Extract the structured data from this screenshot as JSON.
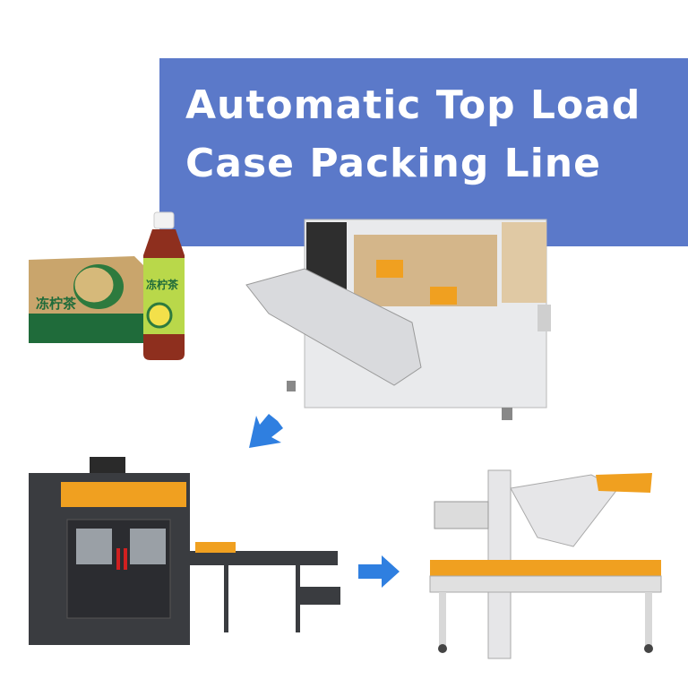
{
  "banner": {
    "line1": "Automatic Top Load",
    "line2": "Case Packing Line",
    "color": "#5b79c9"
  },
  "product": {
    "brand_text": "冻柠茶"
  },
  "arrows": [
    {
      "icon": "arrow-down-left-icon",
      "color": "#2f7fe0"
    },
    {
      "icon": "arrow-right-icon",
      "color": "#2f7fe0"
    }
  ],
  "machines": [
    "case-erector",
    "top-load-case-packer",
    "case-sealer"
  ]
}
